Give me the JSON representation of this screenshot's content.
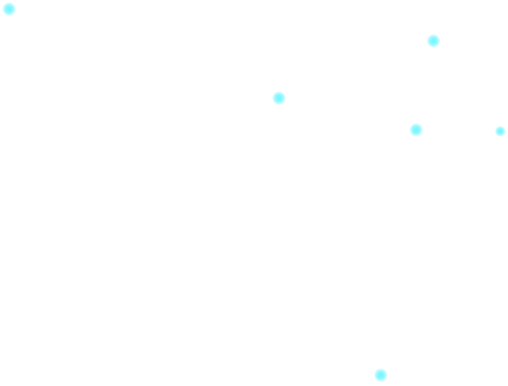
{
  "background_color": "#ffffff",
  "dot_color": "#7ef6ff",
  "dots": [
    {
      "id": "dot-1",
      "icon": "glow-dot"
    },
    {
      "id": "dot-2",
      "icon": "glow-dot"
    },
    {
      "id": "dot-3",
      "icon": "glow-dot"
    },
    {
      "id": "dot-4",
      "icon": "glow-dot"
    },
    {
      "id": "dot-5",
      "icon": "glow-dot"
    },
    {
      "id": "dot-6",
      "icon": "glow-dot"
    }
  ]
}
